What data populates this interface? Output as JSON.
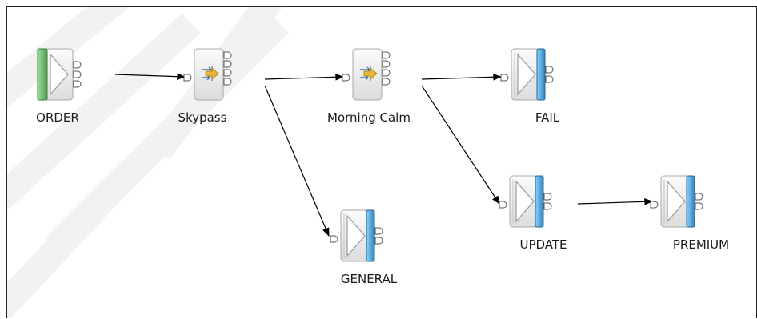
{
  "nodes": [
    {
      "id": "order",
      "label": "ORDER"
    },
    {
      "id": "skypass",
      "label": "Skypass"
    },
    {
      "id": "morning",
      "label": "Morning Calm"
    },
    {
      "id": "fail",
      "label": "FAIL"
    },
    {
      "id": "general",
      "label": "GENERAL"
    },
    {
      "id": "update",
      "label": "UPDATE"
    },
    {
      "id": "premium",
      "label": "PREMIUM"
    }
  ],
  "edges": [
    {
      "from": "order",
      "to": "skypass"
    },
    {
      "from": "skypass",
      "to": "morning"
    },
    {
      "from": "skypass",
      "to": "general"
    },
    {
      "from": "morning",
      "to": "fail"
    },
    {
      "from": "morning",
      "to": "update"
    },
    {
      "from": "update",
      "to": "premium"
    }
  ],
  "colors": {
    "input_bar": "#6cbf6c",
    "output_bar": "#4aa3d8",
    "filter_arrow": "#e8b43a",
    "node_border": "#a9a9a9"
  }
}
